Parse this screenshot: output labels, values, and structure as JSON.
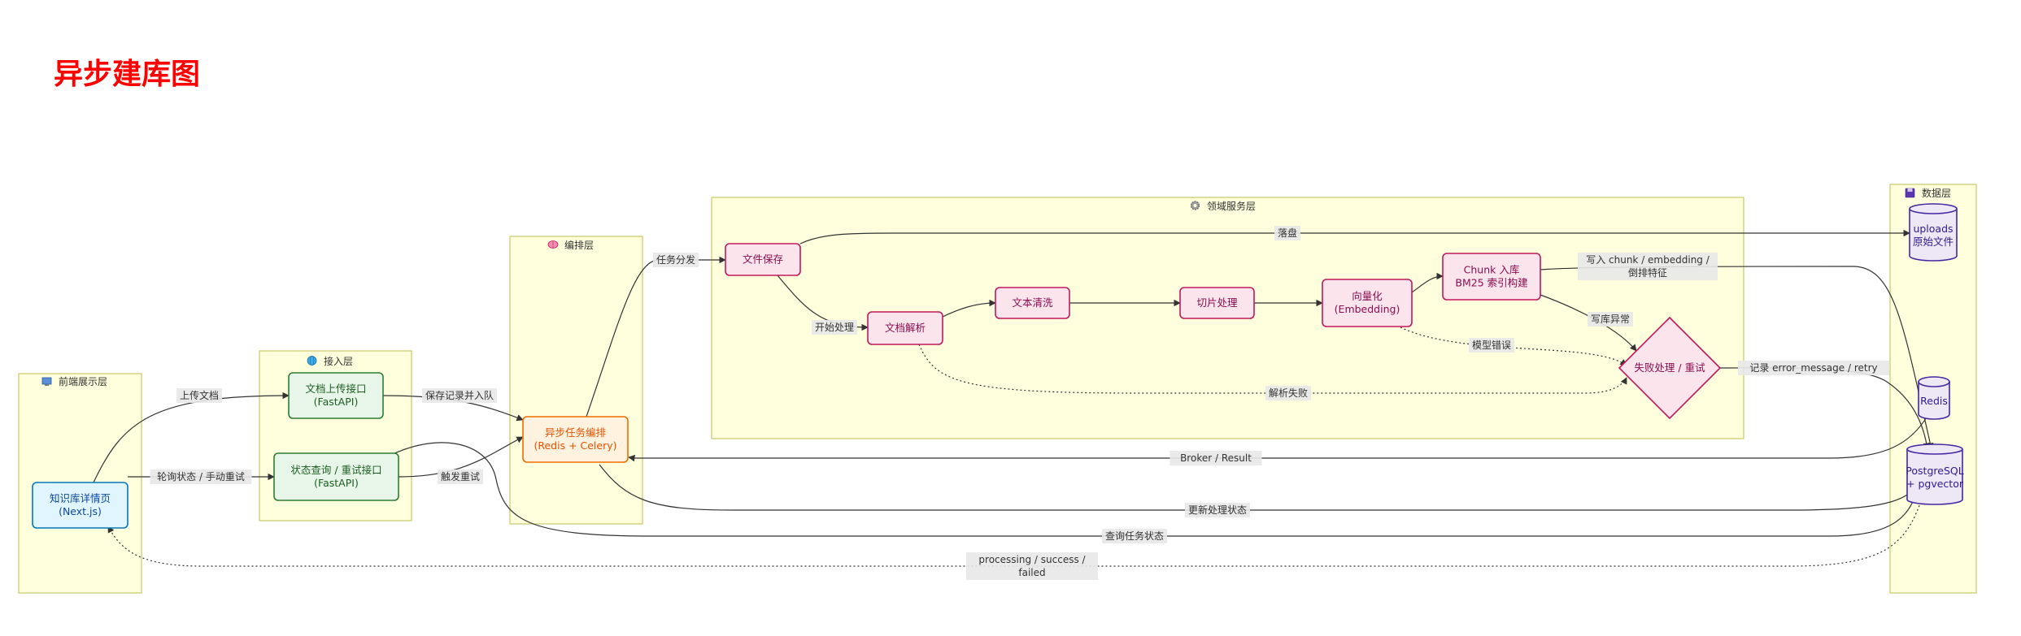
{
  "title": "异步建库图",
  "layers": {
    "frontend": "前端展示层",
    "access": "接入层",
    "orchestration": "编排层",
    "domain": "领域服务层",
    "data": "数据层"
  },
  "layer_icons": {
    "frontend": "computer-icon",
    "access": "globe-icon",
    "orchestration": "brain-icon",
    "domain": "gear-icon",
    "data": "floppy-disk-icon"
  },
  "nodes": {
    "kb_detail": [
      "知识库详情页",
      "(Next.js)"
    ],
    "upload_api": [
      "文档上传接口",
      "(FastAPI)"
    ],
    "status_api": [
      "状态查询 / 重试接口",
      "(FastAPI)"
    ],
    "orchestrator": [
      "异步任务编排",
      "(Redis + Celery)"
    ],
    "file_save": [
      "文件保存"
    ],
    "doc_parse": [
      "文档解析"
    ],
    "text_clean": [
      "文本清洗"
    ],
    "chunking": [
      "切片处理"
    ],
    "embedding": [
      "向量化",
      "(Embedding)"
    ],
    "chunk_store": [
      "Chunk 入库",
      "BM25 索引构建"
    ],
    "failure": [
      "失败处理 / 重试"
    ],
    "uploads": [
      "uploads",
      "原始文件"
    ],
    "redis": [
      "Redis"
    ],
    "postgres": [
      "PostgreSQL",
      "+ pgvector"
    ]
  },
  "edges": {
    "upload_doc": "上传文档",
    "poll_status": "轮询状态 / 手动重试",
    "save_enqueue": "保存记录并入队",
    "trigger_retry": "触发重试",
    "dispatch": "任务分发",
    "start_process": "开始处理",
    "persist": "落盘",
    "write_chunk": [
      "写入 chunk / embedding /",
      "倒排特征"
    ],
    "db_error": "写库异常",
    "model_error": "模型错误",
    "parse_fail": "解析失败",
    "record_error": "记录 error_message / retry",
    "broker_result": "Broker / Result",
    "update_status": "更新处理状态",
    "query_status": "查询任务状态",
    "status_values": [
      "processing / success /",
      "failed"
    ]
  },
  "colors": {
    "title": "#ff0000",
    "layer_fill": "#ffffde",
    "layer_stroke": "#c9c96b",
    "frontend_fill": "#e1f5fe",
    "frontend_stroke": "#0277bd",
    "access_fill": "#e8f5e9",
    "access_stroke": "#2e7d32",
    "orch_fill": "#fff3e0",
    "orch_stroke": "#ef6c00",
    "domain_fill": "#fce4ec",
    "domain_stroke": "#c2185b",
    "data_fill": "#ede7f6",
    "data_stroke": "#4527a0"
  }
}
